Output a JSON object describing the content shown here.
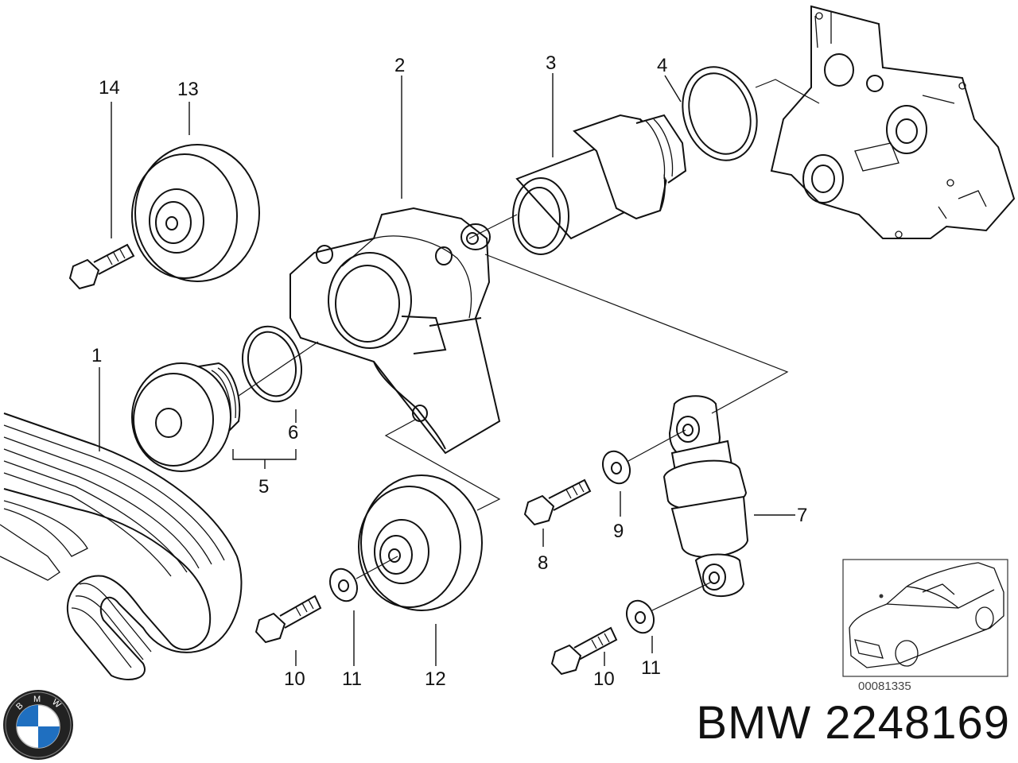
{
  "labels": {
    "p1": "1",
    "p2": "2",
    "p3": "3",
    "p4": "4",
    "p5": "5",
    "p6": "6",
    "p7": "7",
    "p8": "8",
    "p9": "9",
    "p10a": "10",
    "p10b": "10",
    "p11a": "11",
    "p11b": "11",
    "p12": "12",
    "p13": "13",
    "p14": "14"
  },
  "figure_code": "00081335",
  "caption": "BMW 2248169",
  "logo_letters": {
    "b": "B",
    "m": "M",
    "w": "W"
  }
}
